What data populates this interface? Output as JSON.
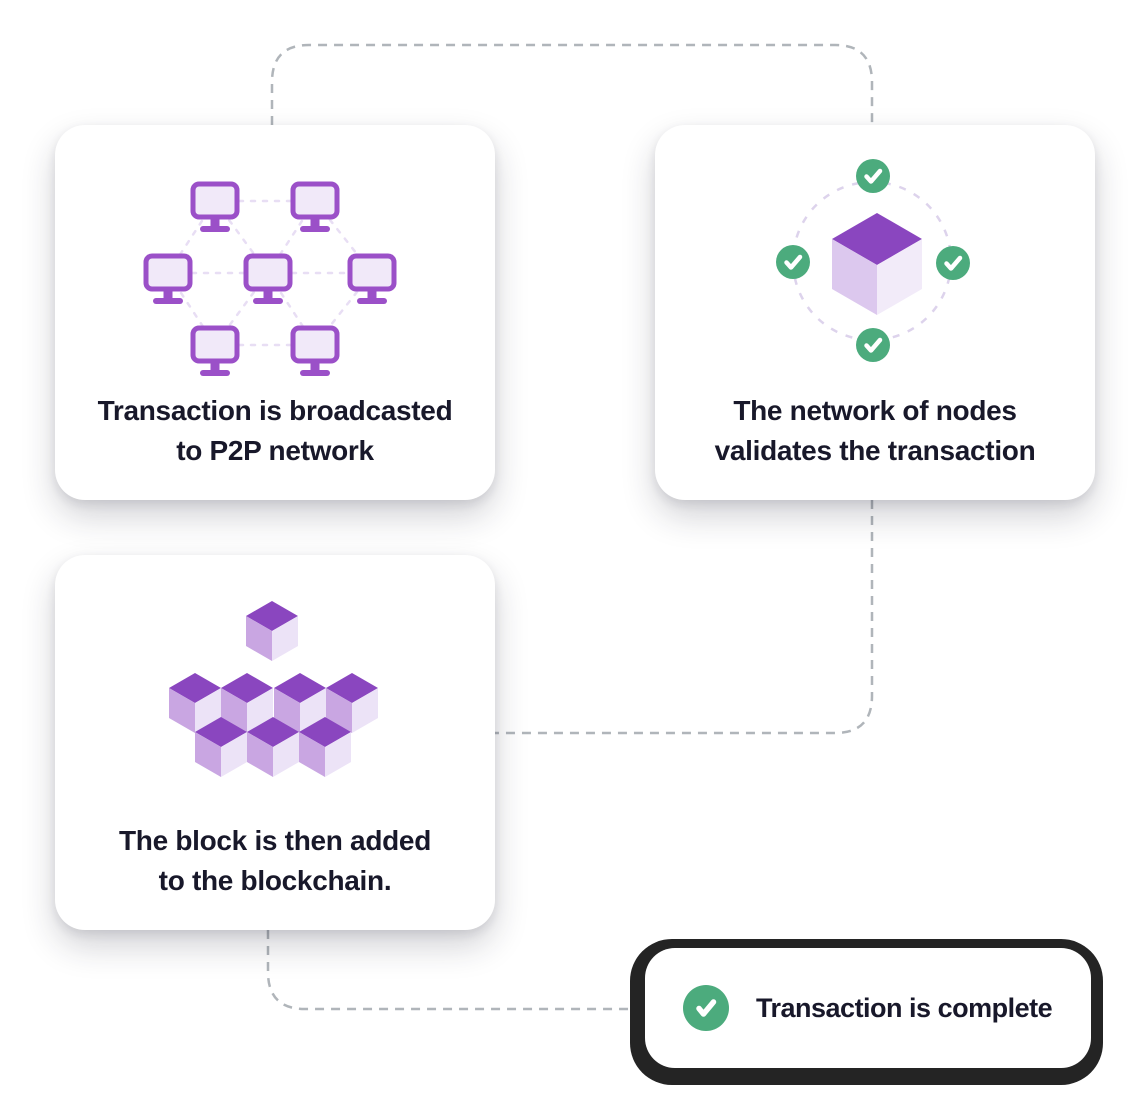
{
  "title": "Blockchain transaction flow diagram",
  "theme": {
    "purple": "#9b50c8",
    "monitor_fill": "#f1e9f9",
    "mesh": "#e8def4",
    "circle_dash": "#ddd3ec",
    "cube_top": "#8a46bf",
    "cube_left": "#c9a6e2",
    "cube_right": "#ece3f7",
    "cube2_left": "#dcc8ee",
    "cube2_right": "#f2ebf9",
    "green": "#4cab7d",
    "text": "#18182a",
    "connector": "#b0b5ba",
    "card_bg": "#ffffff",
    "dark_outline": "#242424"
  },
  "steps": [
    {
      "id": "broadcast",
      "icon": "p2p-network-icon",
      "caption_line1": "Transaction is broadcasted",
      "caption_line2": "to P2P network"
    },
    {
      "id": "validate",
      "icon": "node-validation-icon",
      "caption_line1": "The network of nodes",
      "caption_line2": "validates the transaction"
    },
    {
      "id": "block-added",
      "icon": "blockchain-cubes-icon",
      "caption_line1": "The block is then added",
      "caption_line2": "to the blockchain."
    },
    {
      "id": "complete",
      "icon": "check-circle-icon",
      "caption": "Transaction is complete"
    }
  ]
}
